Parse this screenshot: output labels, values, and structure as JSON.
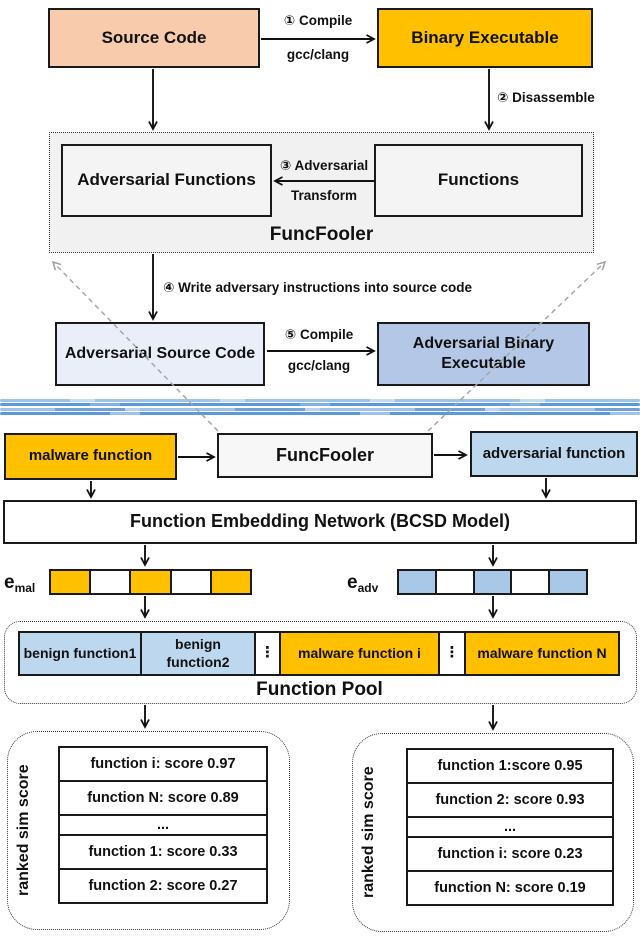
{
  "palette": {
    "peach": "#F8CBAD",
    "gold": "#FFC000",
    "light_blue": "#BDD7EE",
    "medium_blue": "#B4C7E7",
    "pale_blue": "#E9EEF8",
    "vector_blue": "#A9C7E7",
    "container_gray": "#F1F1F1",
    "wave_blue": "#5B9BD5"
  },
  "top_flow": {
    "source_code": "Source Code",
    "compile_label_1": "① Compile",
    "compile_sub_1": "gcc/clang",
    "binary_executable": "Binary Executable",
    "disassemble_label": "② Disassemble"
  },
  "funcfooler_block": {
    "adversarial_functions": "Adversarial Functions",
    "transform_label_top": "③ Adversarial",
    "transform_label_bottom": "Transform",
    "functions": "Functions",
    "title": "FuncFooler"
  },
  "write_label": "④ Write adversary instructions into source code",
  "adv_compile": {
    "adv_source_code": "Adversarial Source Code",
    "compile_label_2": "⑤ Compile",
    "compile_sub_2": "gcc/clang",
    "adv_binary_executable": "Adversarial Binary Executable"
  },
  "bottom_flow": {
    "malware_function": "malware function",
    "funcfooler": "FuncFooler",
    "adversarial_function": "adversarial function",
    "bcsd": "Function Embedding Network (BCSD Model)"
  },
  "embeddings": {
    "mal_base": "e",
    "mal_sub": "mal",
    "adv_base": "e",
    "adv_sub": "adv"
  },
  "function_pool": {
    "title": "Function Pool",
    "cells": [
      {
        "label": "benign function1",
        "type": "benign"
      },
      {
        "label": "benign function2",
        "type": "benign"
      },
      {
        "label": "⋮",
        "type": "dots"
      },
      {
        "label": "malware function i",
        "type": "malware"
      },
      {
        "label": "⋮",
        "type": "dots"
      },
      {
        "label": "malware function N",
        "type": "malware"
      }
    ]
  },
  "ranked_left": {
    "axis_label": "ranked sim score",
    "rows": [
      {
        "label": "function i: score 0.97",
        "type": "malware"
      },
      {
        "label": "function N: score 0.89",
        "type": "malware"
      },
      {
        "label": "...",
        "type": "dots"
      },
      {
        "label": "function 1: score 0.33",
        "type": "benign"
      },
      {
        "label": "function 2: score 0.27",
        "type": "benign"
      }
    ]
  },
  "ranked_right": {
    "axis_label": "ranked sim score",
    "rows": [
      {
        "label": "function 1:score 0.95",
        "type": "benign"
      },
      {
        "label": "function 2: score 0.93",
        "type": "benign"
      },
      {
        "label": "...",
        "type": "dots"
      },
      {
        "label": "function i: score 0.23",
        "type": "malware"
      },
      {
        "label": "function N: score 0.19",
        "type": "malware"
      }
    ]
  }
}
